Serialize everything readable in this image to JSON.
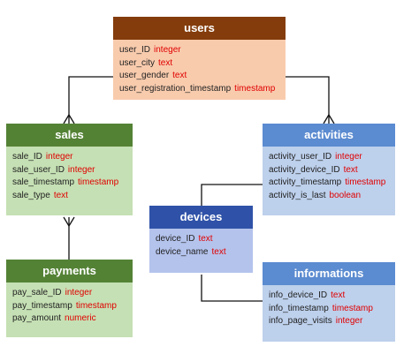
{
  "entities": {
    "users": {
      "title": "users",
      "fields": [
        {
          "name": "user_ID",
          "type": "integer"
        },
        {
          "name": "user_city",
          "type": "text"
        },
        {
          "name": "user_gender",
          "type": "text"
        },
        {
          "name": "user_registration_timestamp",
          "type": "timestamp"
        }
      ]
    },
    "sales": {
      "title": "sales",
      "fields": [
        {
          "name": "sale_ID",
          "type": "integer"
        },
        {
          "name": "sale_user_ID",
          "type": "integer"
        },
        {
          "name": "sale_timestamp",
          "type": "timestamp"
        },
        {
          "name": "sale_type",
          "type": "text"
        }
      ]
    },
    "payments": {
      "title": "payments",
      "fields": [
        {
          "name": "pay_sale_ID",
          "type": "integer"
        },
        {
          "name": "pay_timestamp",
          "type": "timestamp"
        },
        {
          "name": "pay_amount",
          "type": "numeric"
        }
      ]
    },
    "activities": {
      "title": "activities",
      "fields": [
        {
          "name": "activity_user_ID",
          "type": "integer"
        },
        {
          "name": "activity_device_ID",
          "type": "text"
        },
        {
          "name": "activity_timestamp",
          "type": "timestamp"
        },
        {
          "name": "activity_is_last",
          "type": "boolean"
        }
      ]
    },
    "devices": {
      "title": "devices",
      "fields": [
        {
          "name": "device_ID",
          "type": "text"
        },
        {
          "name": "device_name",
          "type": "text"
        }
      ]
    },
    "informations": {
      "title": "informations",
      "fields": [
        {
          "name": "info_device_ID",
          "type": "text"
        },
        {
          "name": "info_timestamp",
          "type": "timestamp"
        },
        {
          "name": "info_page_visits",
          "type": "integer"
        }
      ]
    }
  },
  "colors": {
    "users_header": "#843c0c",
    "users_body": "#f8cbad",
    "sales_header": "#548235",
    "sales_body": "#c5e0b4",
    "activities_header": "#5b8bd0",
    "activities_body": "#bdd0ec",
    "devices_header": "#2f52a8",
    "devices_body": "#b4c3ec",
    "type_text": "#e00000"
  },
  "relationships": [
    {
      "from": "users",
      "to": "sales",
      "cardinality": "one-to-many"
    },
    {
      "from": "users",
      "to": "activities",
      "cardinality": "one-to-many"
    },
    {
      "from": "sales",
      "to": "payments",
      "cardinality": "many-to-one"
    },
    {
      "from": "devices",
      "to": "activities",
      "cardinality": "one-to-one"
    },
    {
      "from": "devices",
      "to": "informations",
      "cardinality": "one-to-one"
    }
  ]
}
